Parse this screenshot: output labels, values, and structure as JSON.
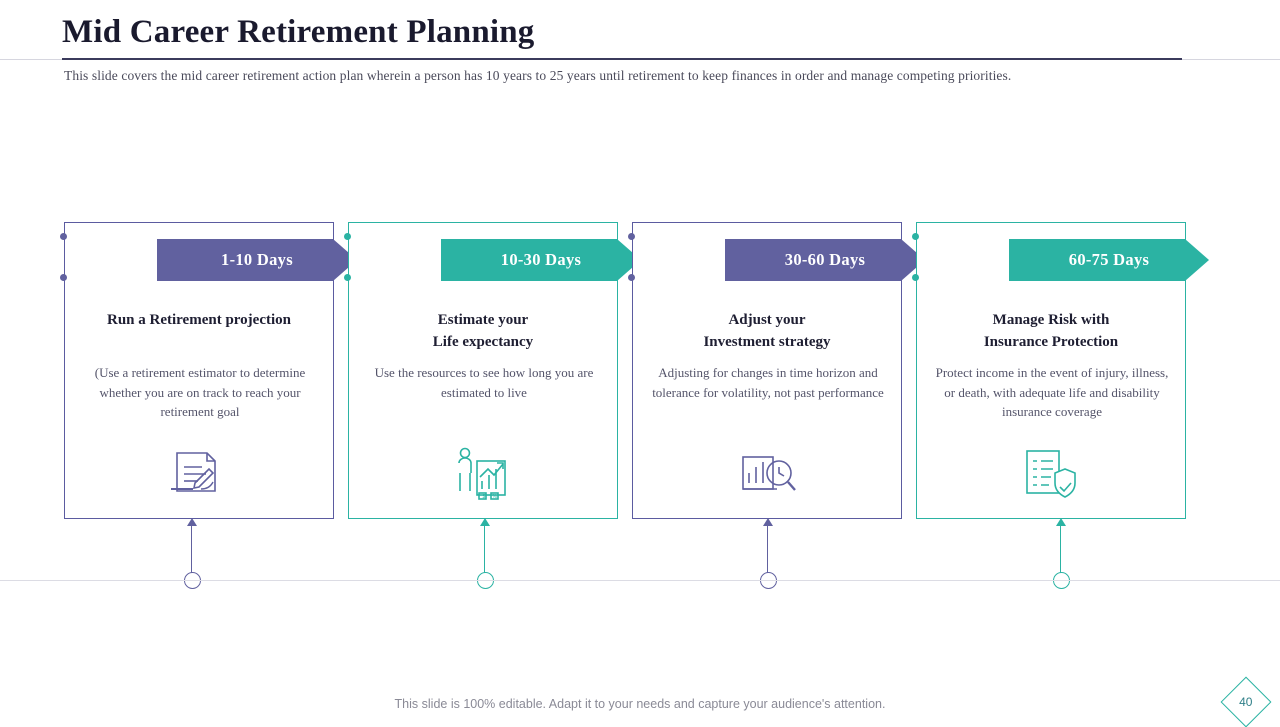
{
  "header": {
    "title": "Mid Career Retirement Planning",
    "subtitle": "This slide covers the mid career retirement action plan wherein a person has 10 years to 25 years until retirement to keep finances in order and manage competing priorities."
  },
  "colors": {
    "purple": "#61619f",
    "teal": "#2bb3a3",
    "title": "#1a1a2e",
    "body_text": "#54546a"
  },
  "cards": [
    {
      "banner_label": "1-10 Days",
      "accent": "purple",
      "heading": "Run a Retirement projection",
      "body": "(Use a retirement estimator to determine whether you are on track to reach your retirement goal",
      "icon": "document-pen-icon"
    },
    {
      "banner_label": "10-30 Days",
      "accent": "teal",
      "heading": "Estimate your\nLife expectancy",
      "heading_line1": "Estimate your",
      "heading_line2": "Life expectancy",
      "body": "Use the resources to see how long you are estimated to live",
      "icon": "person-growth-chart-icon"
    },
    {
      "banner_label": "30-60 Days",
      "accent": "purple",
      "heading_line1": "Adjust your",
      "heading_line2": "Investment strategy",
      "body": "Adjusting for changes in time horizon and tolerance for volatility, not past performance",
      "icon": "bar-chart-magnifier-icon"
    },
    {
      "banner_label": "60-75 Days",
      "accent": "teal",
      "heading_line1": "Manage Risk with",
      "heading_line2": "Insurance Protection",
      "body": "Protect income in the event of injury, illness, or death, with adequate life and disability insurance coverage",
      "icon": "checklist-shield-icon"
    }
  ],
  "footer": {
    "note": "This slide is 100% editable. Adapt it to your needs and capture your audience's attention.",
    "page_number": "40"
  }
}
